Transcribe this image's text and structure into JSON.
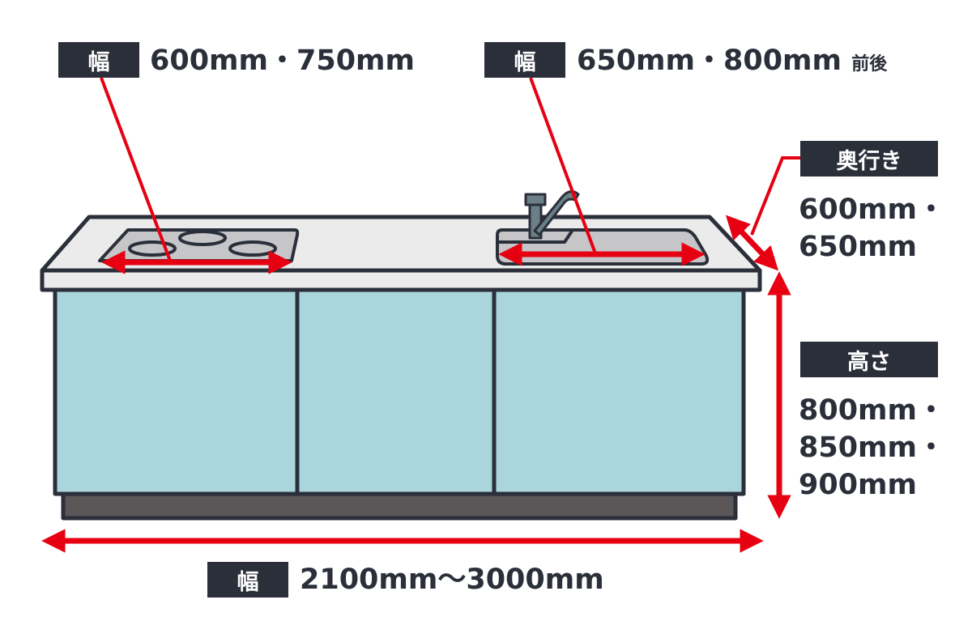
{
  "colors": {
    "accent": "#e60012",
    "label_bg": "#2b2f3a",
    "cabinet": "#abd5dd",
    "counter": "#ebebeb",
    "outline": "#2b2f3a",
    "plinth": "#5b5657"
  },
  "labels": {
    "stove_width": {
      "tag": "幅",
      "value": "600mm・750mm"
    },
    "sink_width": {
      "tag": "幅",
      "value": "650mm・800mm",
      "suffix": "前後"
    },
    "depth": {
      "tag": "奥行き",
      "lines": [
        "600mm・",
        "650mm"
      ]
    },
    "height": {
      "tag": "高さ",
      "lines": [
        "800mm・",
        "850mm・",
        "900mm"
      ]
    },
    "total_width": {
      "tag": "幅",
      "value": "2100mm～3000mm"
    }
  }
}
